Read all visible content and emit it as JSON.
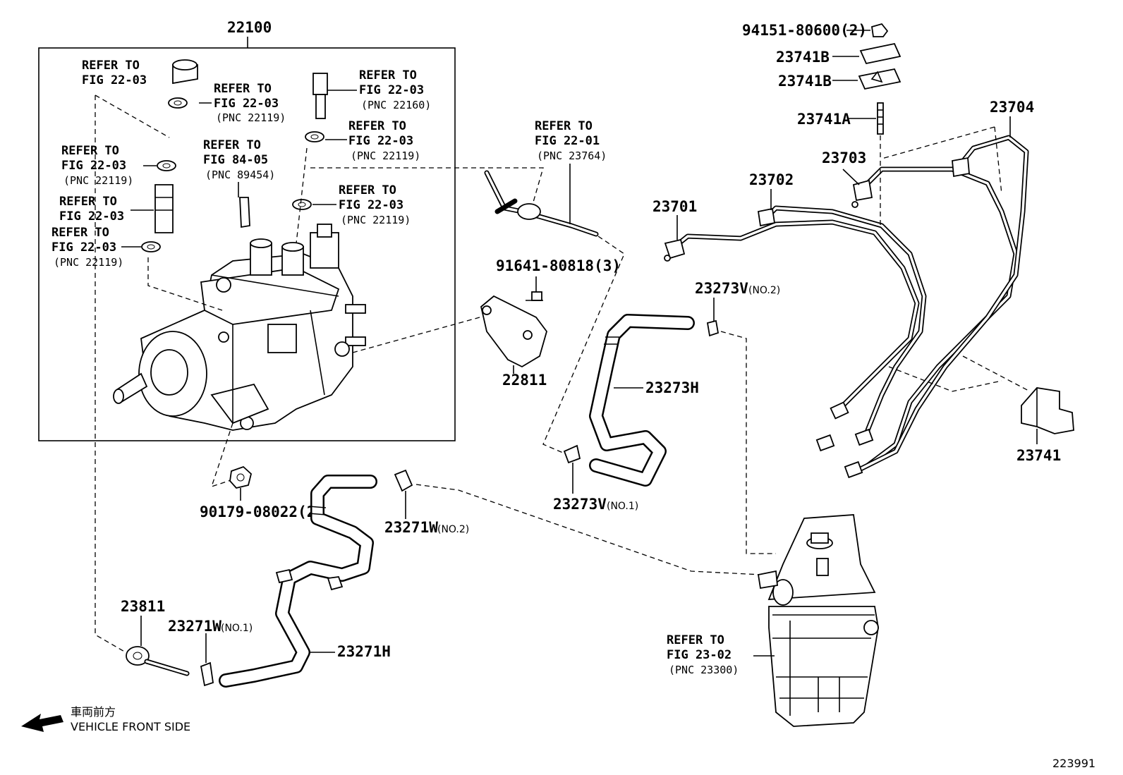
{
  "labels": {
    "pump_assy": "22100",
    "nut_cap": "94151-80600(2)",
    "clamp_b1": "23741B",
    "clamp_b2": "23741B",
    "stud_a": "23741A",
    "pipe_23704": "23704",
    "pipe_23703": "23703",
    "pipe_23702": "23702",
    "pipe_23701": "23701",
    "clamp_23741": "23741",
    "bolt_91641": "91641-80818(3)",
    "bracket_22811": "22811",
    "clip_23273v_2": "23273V",
    "clip_23273v_2_no": "(NO.2)",
    "hose_23273h": "23273H",
    "clip_23273v_1": "23273V",
    "clip_23273v_1_no": "(NO.1)",
    "nut_90179": "90179-08022(2)",
    "clip_23271w_2": "23271W",
    "clip_23271w_2_no": "(NO.2)",
    "union_23811": "23811",
    "clip_23271w_1": "23271W",
    "clip_23271w_1_no": "(NO.1)",
    "hose_23271h": "23271H",
    "diagram_id": "223991"
  },
  "refs": {
    "r1": {
      "l1": "REFER TO",
      "l2": "FIG 22-03",
      "l3": ""
    },
    "r2": {
      "l1": "REFER TO",
      "l2": "FIG 22-03",
      "l3": "(PNC 22119)"
    },
    "r3": {
      "l1": "REFER TO",
      "l2": "FIG 22-03",
      "l3": "(PNC 22119)"
    },
    "r4": {
      "l1": "REFER TO",
      "l2": "FIG 22-03",
      "l3": ""
    },
    "r5": {
      "l1": "REFER TO",
      "l2": "FIG 22-03",
      "l3": "(PNC 22119)"
    },
    "r6": {
      "l1": "REFER TO",
      "l2": "FIG 84-05",
      "l3": "(PNC 89454)"
    },
    "r7": {
      "l1": "REFER TO",
      "l2": "FIG 22-03",
      "l3": "(PNC 22160)"
    },
    "r8": {
      "l1": "REFER TO",
      "l2": "FIG 22-03",
      "l3": "(PNC 22119)"
    },
    "r9": {
      "l1": "REFER TO",
      "l2": "FIG 22-03",
      "l3": "(PNC 22119)"
    },
    "r10": {
      "l1": "REFER TO",
      "l2": "FIG 22-01",
      "l3": "(PNC 23764)"
    },
    "r11": {
      "l1": "REFER TO",
      "l2": "FIG 23-02",
      "l3": "(PNC 23300)"
    }
  },
  "front": {
    "jp": "車両前方",
    "en": "VEHICLE FRONT SIDE"
  }
}
